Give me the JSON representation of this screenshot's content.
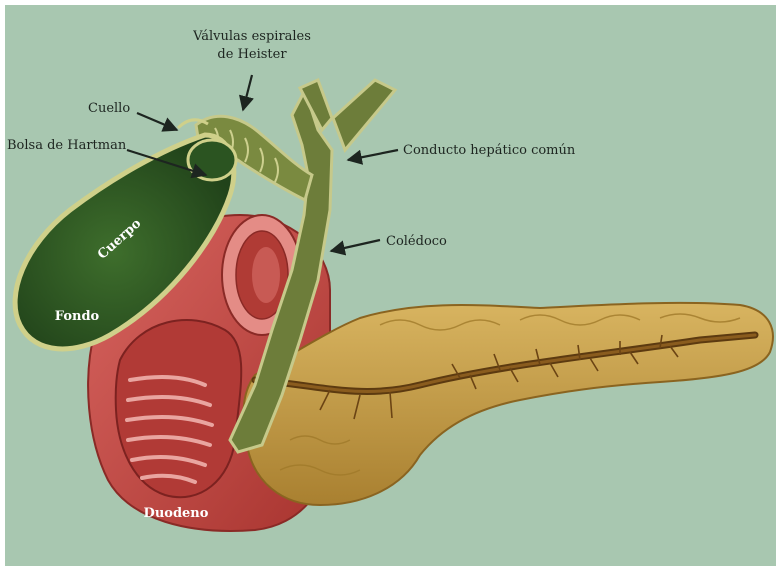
{
  "diagram": {
    "labels": {
      "valvulas_line1": "Válvulas espirales",
      "valvulas_line2": "de Heister",
      "cuello": "Cuello",
      "bolsa_hartman": "Bolsa de Hartman",
      "conducto_hepatico": "Conducto hepático común",
      "coledoco": "Colédoco",
      "cuerpo": "Cuerpo",
      "fondo": "Fondo",
      "duodeno": "Duodeno"
    },
    "colors": {
      "background": "#a8c7b0",
      "gallbladder": "#2f5a24",
      "gallbladder_rim": "#c8c880",
      "duct": "#6a7a36",
      "duodenum": "#c04a48",
      "duodenum_light": "#e08a84",
      "pancreas": "#c9a24a",
      "pancreas_dark": "#7a4f1a"
    }
  }
}
